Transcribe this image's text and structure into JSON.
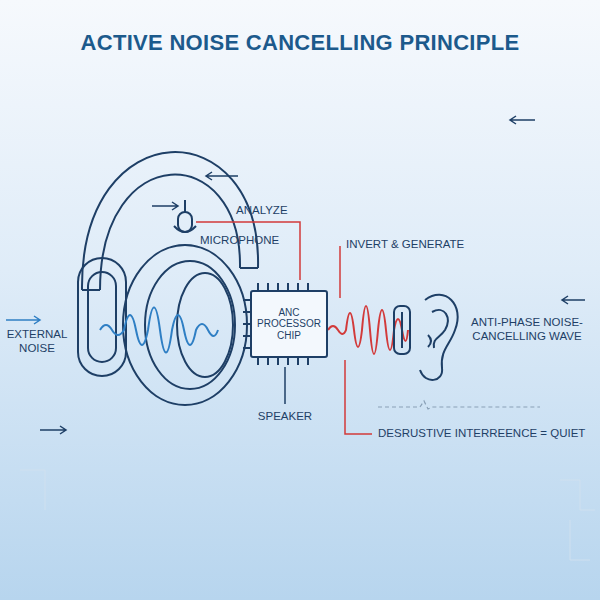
{
  "diagram": {
    "title": "ACTIVE NOISE CANCELLING PRINCIPLE",
    "nodes": [
      {
        "text": [
          "ANC PROCESSOR CHIP"
        ]
      }
    ],
    "labels": [
      "EXTERNAL NOISE",
      "ANALYZE",
      "MICROPHONE",
      "SPEAKER",
      "INVERT & GENERATE",
      "ANTI-PHASE NOISE-CANCELLING WAVE",
      "DESRUSTIVE INTERREENCE = QUIET"
    ]
  }
}
